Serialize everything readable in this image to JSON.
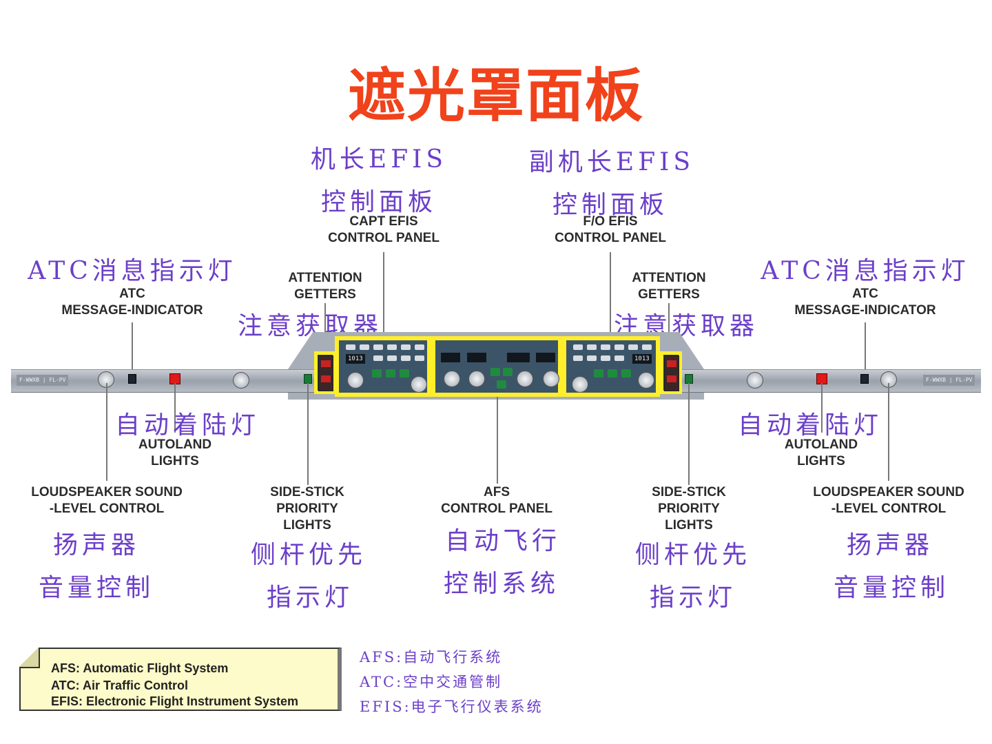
{
  "title": "遮光罩面板",
  "labels": {
    "capt_efis_cn1": "机长EFIS",
    "capt_efis_cn2": "控制面板",
    "capt_efis_en1": "CAPT EFIS",
    "capt_efis_en2": "CONTROL PANEL",
    "fo_efis_cn1": "副机长EFIS",
    "fo_efis_cn2": "控制面板",
    "fo_efis_en1": "F/O EFIS",
    "fo_efis_en2": "CONTROL PANEL",
    "atc_left_cn": "ATC消息指示灯",
    "atc_left_en1": "ATC",
    "atc_left_en2": "MESSAGE-INDICATOR",
    "atc_right_cn": "ATC消息指示灯",
    "atc_right_en1": "ATC",
    "atc_right_en2": "MESSAGE-INDICATOR",
    "att_left_en1": "ATTENTION",
    "att_left_en2": "GETTERS",
    "att_left_cn": "注意获取器",
    "att_right_en1": "ATTENTION",
    "att_right_en2": "GETTERS",
    "att_right_cn": "注意获取器",
    "autoland_left_cn": "自动着陆灯",
    "autoland_left_en1": "AUTOLAND",
    "autoland_left_en2": "LIGHTS",
    "autoland_right_cn": "自动着陆灯",
    "autoland_right_en1": "AUTOLAND",
    "autoland_right_en2": "LIGHTS",
    "ls_left_en1": "LOUDSPEAKER SOUND",
    "ls_left_en2": "-LEVEL CONTROL",
    "ls_left_cn1": "扬声器",
    "ls_left_cn2": "音量控制",
    "ls_right_en1": "LOUDSPEAKER SOUND",
    "ls_right_en2": "-LEVEL CONTROL",
    "ls_right_cn1": "扬声器",
    "ls_right_cn2": "音量控制",
    "ss_left_en1": "SIDE-STICK",
    "ss_left_en2": "PRIORITY",
    "ss_left_en3": "LIGHTS",
    "ss_left_cn1": "侧杆优先",
    "ss_left_cn2": "指示灯",
    "ss_right_en1": "SIDE-STICK",
    "ss_right_en2": "PRIORITY",
    "ss_right_en3": "LIGHTS",
    "ss_right_cn1": "侧杆优先",
    "ss_right_cn2": "指示灯",
    "afs_en1": "AFS",
    "afs_en2": "CONTROL PANEL",
    "afs_cn1": "自动飞行",
    "afs_cn2": "控制系统"
  },
  "panel": {
    "plate_left_a": "F-WWXB",
    "plate_left_b": "FL-PV",
    "plate_right_a": "F-WWXB",
    "plate_right_b": "FL-PV"
  },
  "legend": {
    "row1": "AFS:  Automatic Flight System",
    "row2": "ATC:  Air Traffic Control",
    "row3": "EFIS: Electronic Flight Instrument System"
  },
  "abbreviations": {
    "afs": "AFS:自动飞行系统",
    "atc": "ATC:空中交通管制",
    "efis": "EFIS:电子飞行仪表系统"
  },
  "colors": {
    "title": "#f0421b",
    "chinese_labels": "#6b3fc9",
    "highlight": "#ffef2a"
  }
}
